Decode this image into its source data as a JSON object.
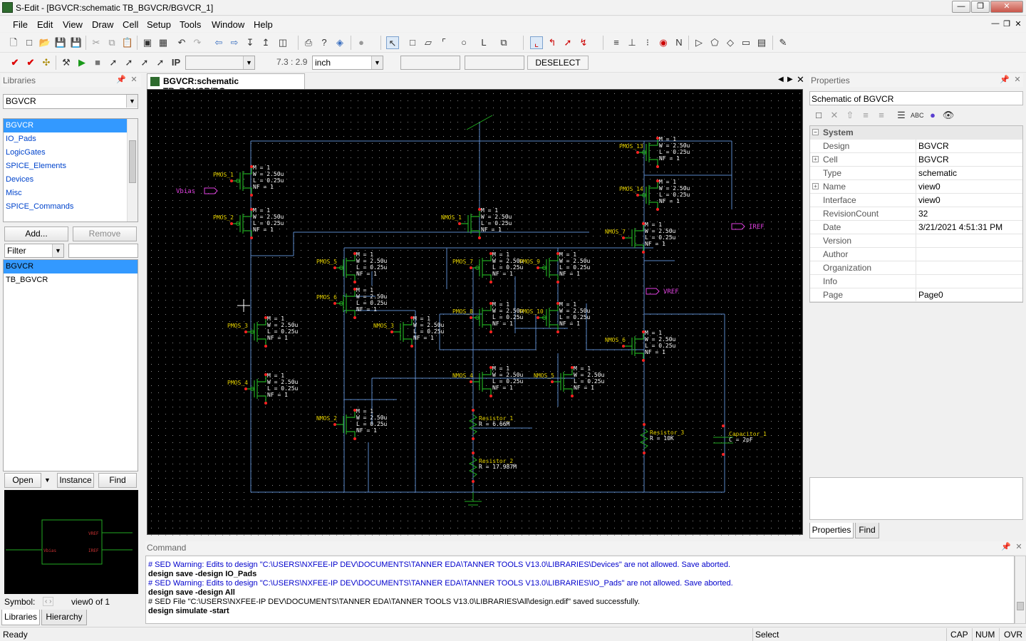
{
  "window": {
    "title": "S-Edit - [BGVCR:schematic TB_BGVCR/BGVCR_1]"
  },
  "menu": [
    "File",
    "Edit",
    "View",
    "Draw",
    "Cell",
    "Setup",
    "Tools",
    "Window",
    "Help"
  ],
  "toolbar2": {
    "coord": "7.3 : 2.9",
    "units": "inch",
    "deselect": "DESELECT"
  },
  "libraries": {
    "header": "Libraries",
    "selected_lib": "BGVCR",
    "items": [
      "BGVCR",
      "IO_Pads",
      "LogicGates",
      "SPICE_Elements",
      "Devices",
      "Misc",
      "SPICE_Commands"
    ],
    "add_label": "Add...",
    "remove_label": "Remove",
    "filter_label": "Filter",
    "cells": [
      "BGVCR",
      "TB_BGVCR"
    ],
    "open_label": "Open",
    "instance_label": "Instance",
    "find_label": "Find",
    "symbol_label": "Symbol:",
    "symbol_value": "view0 of 1",
    "preview_pins": [
      "Vbias",
      "VREF",
      "IREF"
    ],
    "tabs": [
      "Libraries",
      "Hierarchy"
    ]
  },
  "document": {
    "tab": "BGVCR:schematic TB_BGVCR/BG..."
  },
  "schematic": {
    "ports": [
      "Vbias",
      "IREF",
      "VREF"
    ],
    "devices": [
      {
        "name": "PMOS_1",
        "params": [
          "M = 1",
          "W = 2.50u",
          "L = 0.25u",
          "NF = 1"
        ]
      },
      {
        "name": "PMOS_2",
        "params": [
          "M = 1",
          "W = 2.50u",
          "L = 0.25u",
          "NF = 1"
        ]
      },
      {
        "name": "NMOS_1",
        "params": [
          "M = 1",
          "W = 2.50u",
          "L = 0.25u",
          "NF = 1"
        ]
      },
      {
        "name": "PMOS_13",
        "params": [
          "M = 1",
          "W = 2.50u",
          "L = 0.25u",
          "NF = 1"
        ]
      },
      {
        "name": "PMOS_14",
        "params": [
          "M = 1",
          "W = 2.50u",
          "L = 0.25u",
          "NF = 1"
        ]
      },
      {
        "name": "NMOS_7",
        "params": [
          "M = 1",
          "W = 2.50u",
          "L = 0.25u",
          "NF = 1"
        ]
      },
      {
        "name": "PMOS_5",
        "params": [
          "M = 1",
          "W = 2.50u",
          "L = 0.25u",
          "NF = 1"
        ]
      },
      {
        "name": "PMOS_7",
        "params": [
          "M = 1",
          "W = 2.50u",
          "L = 0.25u",
          "NF = 1"
        ]
      },
      {
        "name": "PMOS_9",
        "params": [
          "M = 1",
          "W = 2.50u",
          "L = 0.25u",
          "NF = 1"
        ]
      },
      {
        "name": "PMOS_6",
        "params": [
          "M = 1",
          "W = 2.50u",
          "L = 0.25u",
          "NF = 1"
        ]
      },
      {
        "name": "NMOS_3",
        "params": [
          "M = 1",
          "W = 2.50u",
          "L = 0.25u",
          "NF = 1"
        ]
      },
      {
        "name": "PMOS_8",
        "params": [
          "M = 1",
          "W = 2.50u",
          "L = 0.25u",
          "NF = 1"
        ]
      },
      {
        "name": "PMOS_10",
        "params": [
          "M = 1",
          "W = 2.50u",
          "L = 0.25u",
          "NF = 1"
        ]
      },
      {
        "name": "PMOS_3",
        "params": [
          "M = 1",
          "W = 2.50u",
          "L = 0.25u",
          "NF = 1"
        ]
      },
      {
        "name": "NMOS_6",
        "params": [
          "M = 1",
          "W = 2.50u",
          "L = 0.25u",
          "NF = 1"
        ]
      },
      {
        "name": "NMOS_4",
        "params": [
          "M = 1",
          "W = 2.50u",
          "L = 0.25u",
          "NF = 1"
        ]
      },
      {
        "name": "NMOS_5",
        "params": [
          "M = 1",
          "W = 2.50u",
          "L = 0.25u",
          "NF = 1"
        ]
      },
      {
        "name": "PMOS_4",
        "params": [
          "M = 1",
          "W = 2.50u",
          "L = 0.25u",
          "NF = 1"
        ]
      },
      {
        "name": "NMOS_2",
        "params": [
          "M = 1",
          "W = 2.50u",
          "L = 0.25u",
          "NF = 1"
        ]
      }
    ],
    "passives": [
      {
        "name": "Resistor_1",
        "value": "R = 6.66M"
      },
      {
        "name": "Resistor_2",
        "value": "R = 17.987M"
      },
      {
        "name": "Resistor_3",
        "value": "R = 10K"
      },
      {
        "name": "Capacitor_1",
        "value": "C = 2pF"
      }
    ]
  },
  "properties": {
    "header": "Properties",
    "title": "Schematic of BGVCR",
    "category": "System",
    "rows": [
      {
        "k": "Design",
        "v": "BGVCR",
        "expand": false
      },
      {
        "k": "Cell",
        "v": "BGVCR",
        "expand": true
      },
      {
        "k": "Type",
        "v": "schematic",
        "expand": false
      },
      {
        "k": "Name",
        "v": "view0",
        "expand": true
      },
      {
        "k": "Interface",
        "v": "view0",
        "expand": false
      },
      {
        "k": "RevisionCount",
        "v": "32",
        "expand": false
      },
      {
        "k": "Date",
        "v": "3/21/2021 4:51:31 PM",
        "expand": false
      },
      {
        "k": "Version",
        "v": "",
        "expand": false
      },
      {
        "k": "Author",
        "v": "",
        "expand": false
      },
      {
        "k": "Organization",
        "v": "",
        "expand": false
      },
      {
        "k": "Info",
        "v": "",
        "expand": false
      },
      {
        "k": "Page",
        "v": "Page0",
        "expand": false
      }
    ],
    "tabs": [
      "Properties",
      "Find"
    ]
  },
  "command": {
    "header": "Command",
    "lines": [
      {
        "t": "# SED  Warning: Edits to design \"C:\\USERS\\NXFEE-IP DEV\\DOCUMENTS\\TANNER EDA\\TANNER TOOLS V13.0\\LIBRARIES\\Devices\" are not allowed. Save aborted.",
        "cls": "w"
      },
      {
        "t": "design save -design IO_Pads",
        "cls": "b"
      },
      {
        "t": "# SED  Warning: Edits to design \"C:\\USERS\\NXFEE-IP DEV\\DOCUMENTS\\TANNER EDA\\TANNER TOOLS V13.0\\LIBRARIES\\IO_Pads\" are not allowed. Save aborted.",
        "cls": "w"
      },
      {
        "t": "design save -design All",
        "cls": "b"
      },
      {
        "t": "# SED  File \"C:\\USERS\\NXFEE-IP DEV\\DOCUMENTS\\TANNER EDA\\TANNER TOOLS V13.0\\LIBRARIES\\All\\design.edif\" saved successfully.",
        "cls": ""
      },
      {
        "t": "design simulate -start",
        "cls": "b"
      }
    ]
  },
  "status": {
    "left": "Ready",
    "mode": "Select",
    "cap": "CAP",
    "num": "NUM",
    "ovr": "OVR"
  }
}
